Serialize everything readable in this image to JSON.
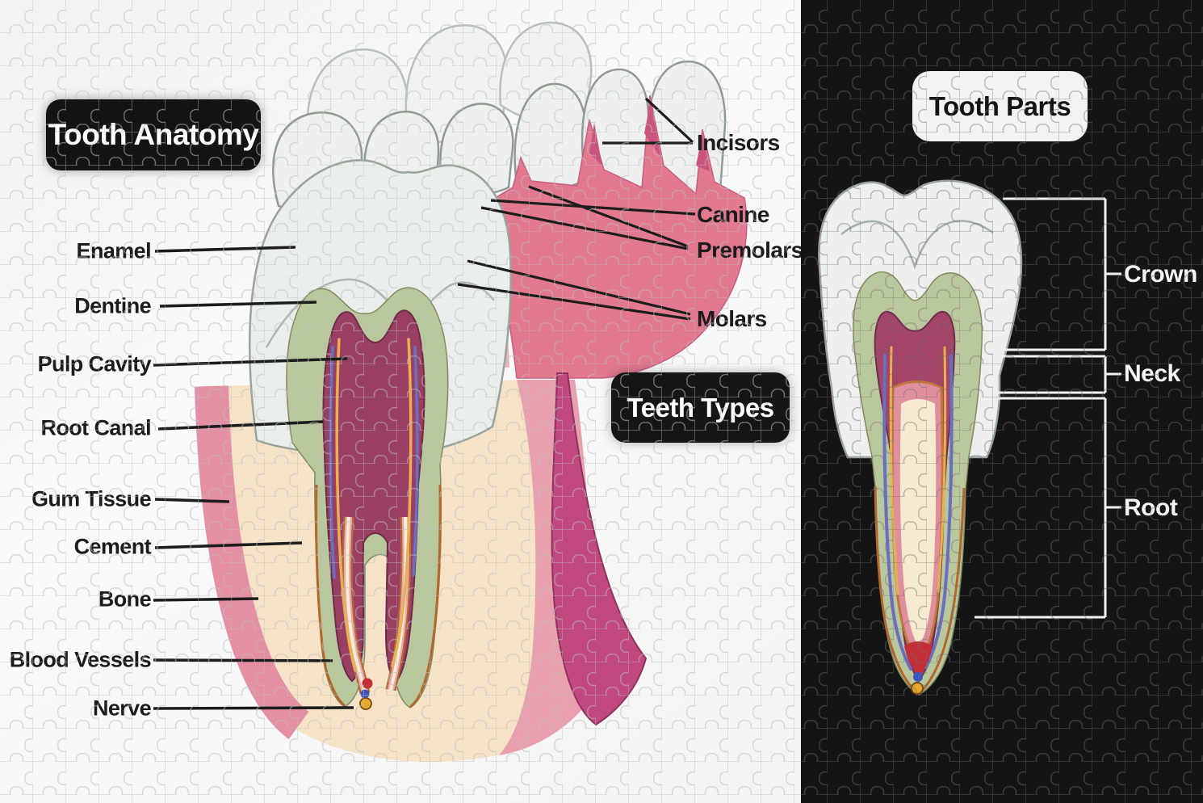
{
  "left_panel": {
    "title": "Tooth Anatomy",
    "anatomy_labels": [
      "Enamel",
      "Dentine",
      "Pulp Cavity",
      "Root Canal",
      "Gum Tissue",
      "Cement",
      "Bone",
      "Blood Vessels",
      "Nerve"
    ],
    "types_title": "Teeth Types",
    "type_labels": [
      "Incisors",
      "Canine",
      "Premolars",
      "Molars"
    ]
  },
  "right_panel": {
    "title": "Tooth Parts",
    "part_labels": [
      "Crown",
      "Neck",
      "Root"
    ]
  },
  "colors": {
    "enamel": "#eaeeea",
    "dentine": "#b9c79c",
    "pulp": "#9a3f64",
    "gum_pink": "#e2798f",
    "gum_light": "#e9a0ae",
    "gum_dark_magenta": "#c1497f",
    "bone": "#f6e2c6",
    "cement": "#b4682f",
    "root_canal_pink": "#e8a7b2",
    "root_canal_center": "#f6ecd2",
    "nerve_yellow": "#e8b052",
    "vessel_blue": "#6b6fc0",
    "apex_red": "#c22f38",
    "apex_blue": "#3b55c2",
    "leader_line": "#1d1d1d",
    "bracket_line": "#f2f2f2",
    "left_bg": "#f5f5f4",
    "right_bg": "#151515",
    "label_box_bg": "#161616"
  }
}
